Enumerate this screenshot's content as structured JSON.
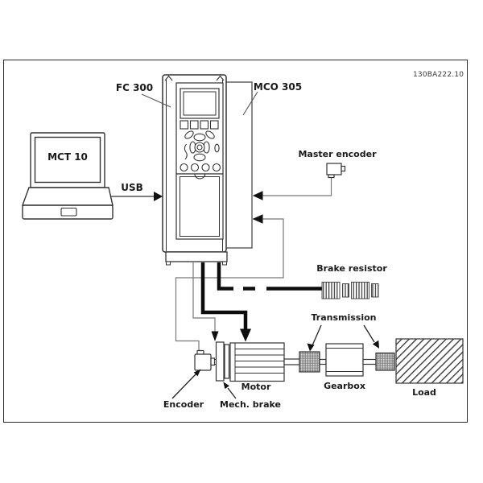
{
  "figure": {
    "ref_number": "130BA222.10",
    "labels": {
      "pc": "MCT 10",
      "usb": "USB",
      "drive": "FC 300",
      "option": "MCO 305",
      "master_encoder": "Master encoder",
      "brake_resistor": "Brake resistor",
      "transmission": "Transmission",
      "motor": "Motor",
      "gearbox": "Gearbox",
      "load": "Load",
      "encoder": "Encoder",
      "mech_brake": "Mech. brake"
    },
    "colors": {
      "outline": "#333333",
      "signal_line": "#777777",
      "power_cable": "#0d0d0d",
      "hatch_fill": "#d8d8d8",
      "background": "#ffffff"
    }
  }
}
